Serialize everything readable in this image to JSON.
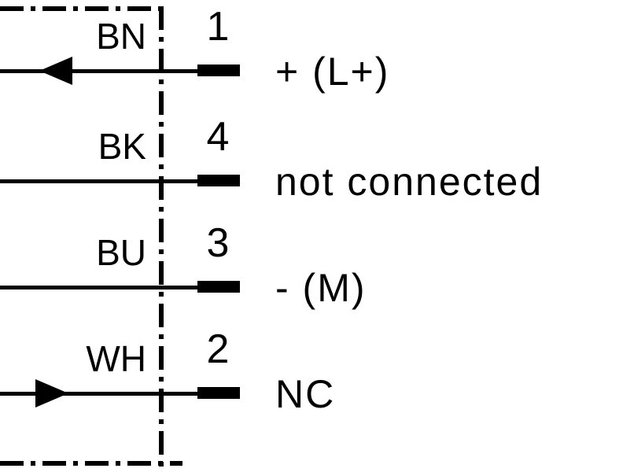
{
  "diagram": {
    "type": "wiring-pin-assignment",
    "colors": {
      "line": "#000000",
      "background": "#ffffff"
    },
    "rows": [
      {
        "wire": "BN",
        "pin": "1",
        "function": "+ (L+)",
        "arrow": "left"
      },
      {
        "wire": "BK",
        "pin": "4",
        "function": "not connected",
        "arrow": "none"
      },
      {
        "wire": "BU",
        "pin": "3",
        "function": "- (M)",
        "arrow": "none"
      },
      {
        "wire": "WH",
        "pin": "2",
        "function": "NC",
        "arrow": "right"
      }
    ]
  }
}
